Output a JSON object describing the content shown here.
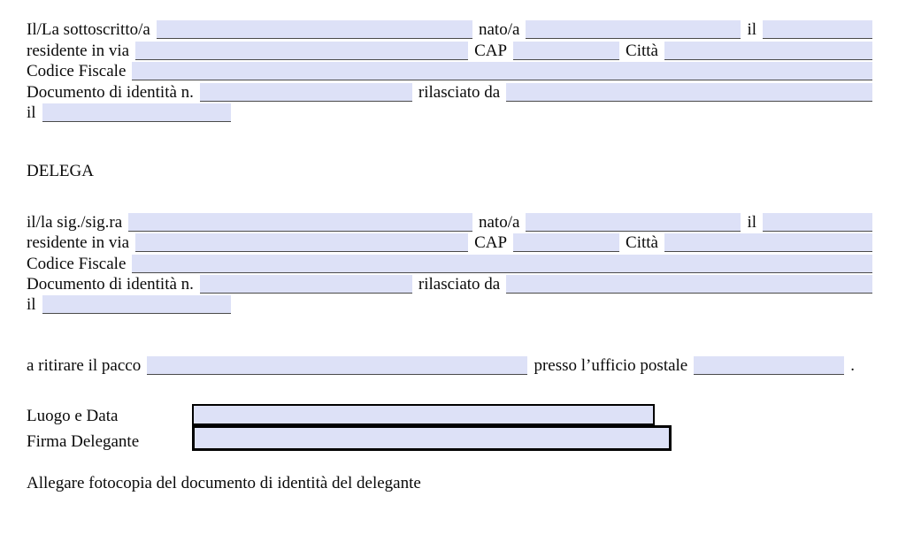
{
  "colors": {
    "background": "#ffffff",
    "field_fill": "#dde1f7",
    "field_underline": "#4a4a4a",
    "box_border": "#000000",
    "text": "#0a0a0a"
  },
  "heading": {
    "delega": "DELEGA"
  },
  "delegator": {
    "sottoscritto_label": "Il/La sottoscritto/a",
    "nato_label": "nato/a",
    "il_label": "il",
    "residente_label": "residente in via",
    "cap_label": "CAP",
    "citta_label": "Città",
    "codice_fiscale_label": "Codice Fiscale",
    "documento_label": "Documento di identità n.",
    "rilasciato_label": "rilasciato da",
    "rilasciato_il_label": "il",
    "fields": {
      "nome": "",
      "luogo_nascita": "",
      "data_nascita": "",
      "via": "",
      "cap": "",
      "citta": "",
      "codice_fiscale": "",
      "documento_numero": "",
      "rilasciato_da": "",
      "rilasciato_il": ""
    }
  },
  "delegate": {
    "sig_label": "il/la sig./sig.ra",
    "nato_label": "nato/a",
    "il_label": "il",
    "residente_label": "residente in via",
    "cap_label": "CAP",
    "citta_label": "Città",
    "codice_fiscale_label": "Codice Fiscale",
    "documento_label": "Documento di identità n.",
    "rilasciato_label": "rilasciato da",
    "rilasciato_il_label": "il",
    "fields": {
      "nome": "",
      "luogo_nascita": "",
      "data_nascita": "",
      "via": "",
      "cap": "",
      "citta": "",
      "codice_fiscale": "",
      "documento_numero": "",
      "rilasciato_da": "",
      "rilasciato_il": ""
    }
  },
  "pickup": {
    "ritirare_label": "a ritirare il pacco",
    "ufficio_label": "presso l’ufficio postale",
    "period": ".",
    "fields": {
      "pacco": "",
      "ufficio": ""
    }
  },
  "signature": {
    "luogo_data_label": "Luogo e Data",
    "firma_label": "Firma Delegante",
    "fields": {
      "luogo_data": "",
      "firma": ""
    }
  },
  "footer": {
    "note": "Allegare fotocopia del documento di identità del delegante"
  }
}
